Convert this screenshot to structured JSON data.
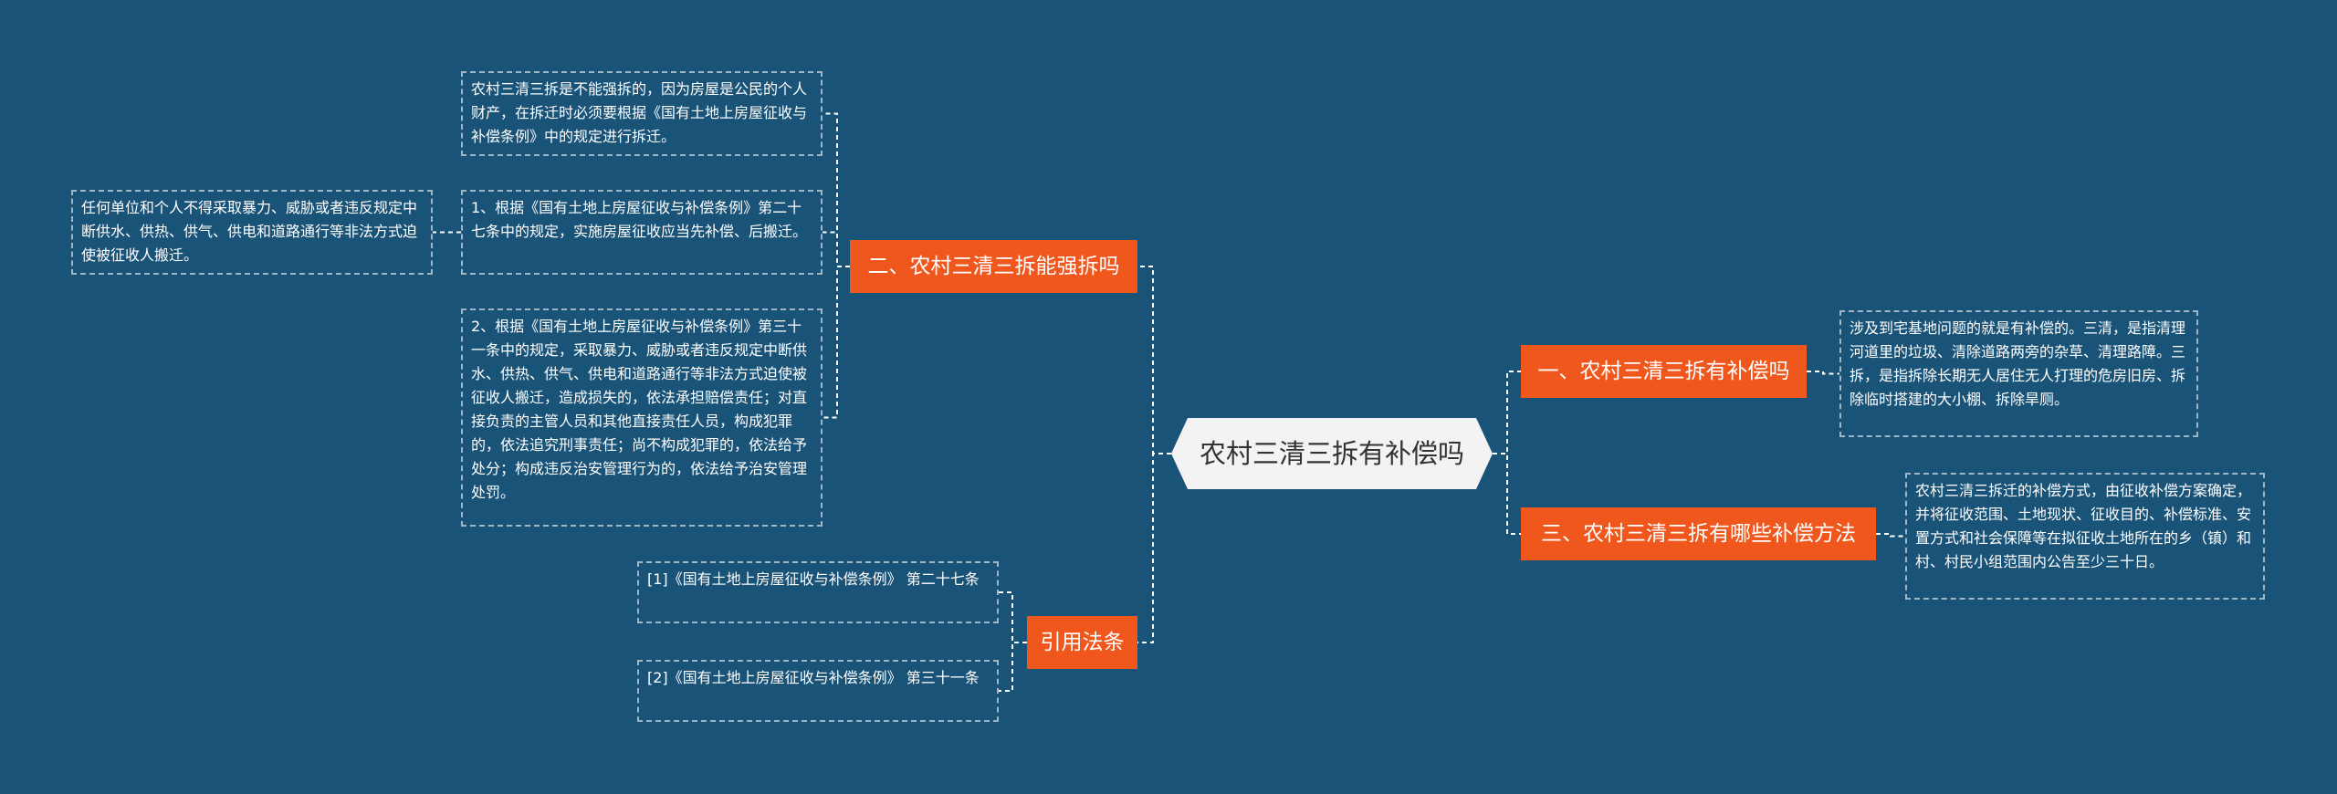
{
  "root": {
    "label": "农村三清三拆有补偿吗"
  },
  "topics": {
    "t1": "一、农村三清三拆有补偿吗",
    "t2": "二、农村三清三拆能强拆吗",
    "t3": "三、农村三清三拆有哪些补偿方法",
    "t4": "引用法条"
  },
  "leaves": {
    "t1_a": "涉及到宅基地问题的就是有补偿的。三清，是指清理河道里的垃圾、清除道路两旁的杂草、清理路障。三拆，是指拆除长期无人居住无人打理的危房旧房、拆除临时搭建的大小棚、拆除旱厕。",
    "t2_a": "农村三清三拆是不能强拆的，因为房屋是公民的个人财产，在拆迁时必须要根据《国有土地上房屋征收与补偿条例》中的规定进行拆迁。",
    "t2_b": "1、根据《国有土地上房屋征收与补偿条例》第二十七条中的规定，实施房屋征收应当先补偿、后搬迁。",
    "t2_b_1": "任何单位和个人不得采取暴力、威胁或者违反规定中断供水、供热、供气、供电和道路通行等非法方式迫使被征收人搬迁。",
    "t2_c": "2、根据《国有土地上房屋征收与补偿条例》第三十一条中的规定，采取暴力、威胁或者违反规定中断供水、供热、供气、供电和道路通行等非法方式迫使被征收人搬迁，造成损失的，依法承担赔偿责任；对直接负责的主管人员和其他直接责任人员，构成犯罪的，依法追究刑事责任；尚不构成犯罪的，依法给予处分；构成违反治安管理行为的，依法给予治安管理处罚。",
    "t3_a": "农村三清三拆迁的补偿方式，由征收补偿方案确定，并将征收范围、土地现状、征收目的、补偿标准、安置方式和社会保障等在拟征收土地所在的乡（镇）和村、村民小组范围内公告至少三十日。",
    "t4_a": "[1]《国有土地上房屋征收与补偿条例》 第二十七条",
    "t4_b": "[2]《国有土地上房屋征收与补偿条例》 第三十一条"
  },
  "colors": {
    "background": "#1a5378",
    "topic": "#f0571c",
    "root": "#f3f3f3",
    "line": "#ffffff",
    "leaf_border": "#9fb6c6"
  }
}
